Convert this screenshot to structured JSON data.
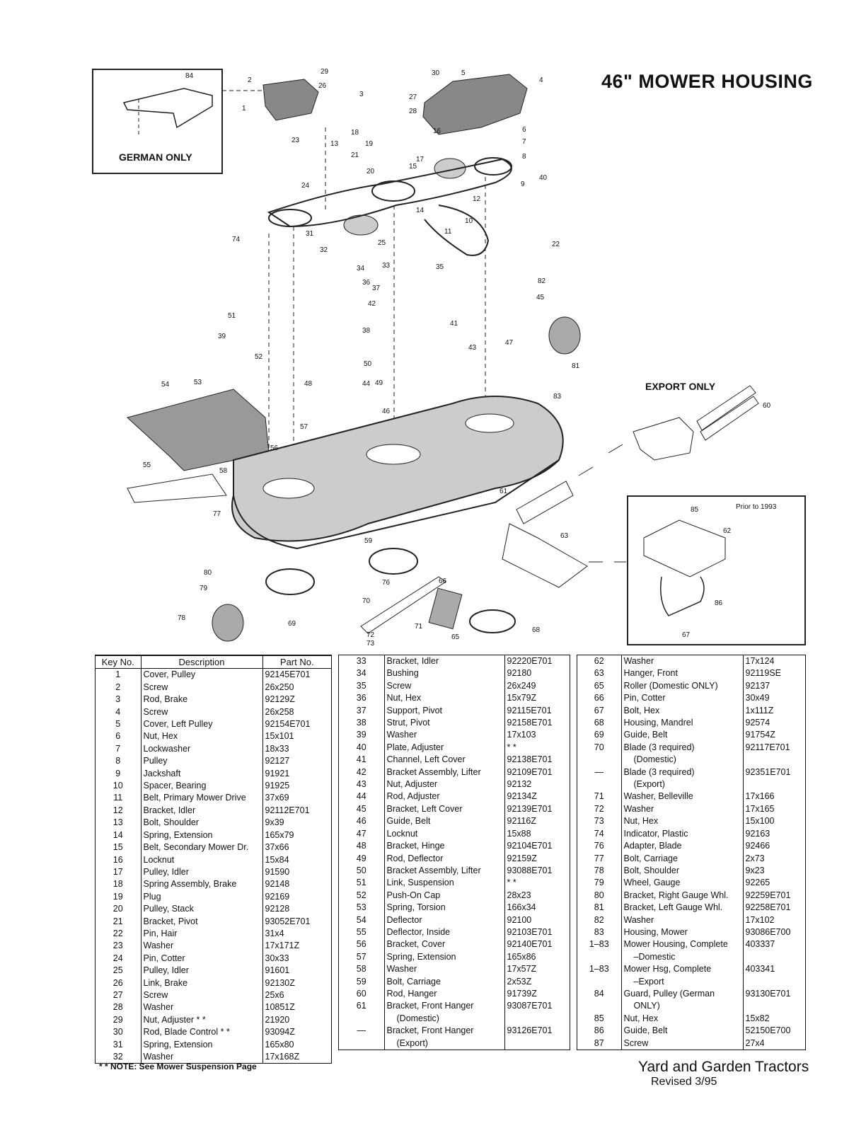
{
  "title": "46\" MOWER HOUSING",
  "insets": {
    "german": "GERMAN ONLY",
    "export": "EXPORT ONLY",
    "prior": "Prior to 1993"
  },
  "callouts": [
    "1",
    "2",
    "3",
    "4",
    "5",
    "6",
    "7",
    "8",
    "9",
    "10",
    "11",
    "12",
    "13",
    "14",
    "15",
    "16",
    "17",
    "18",
    "19",
    "20",
    "21",
    "22",
    "23",
    "24",
    "25",
    "26",
    "27",
    "28",
    "29",
    "30",
    "31",
    "32",
    "33",
    "34",
    "35",
    "36",
    "37",
    "38",
    "39",
    "40",
    "41",
    "42",
    "43",
    "44",
    "45",
    "46",
    "47",
    "48",
    "49",
    "50",
    "51",
    "52",
    "53",
    "54",
    "55",
    "56",
    "57",
    "58",
    "59",
    "60",
    "61",
    "62",
    "63",
    "65",
    "66",
    "67",
    "68",
    "69",
    "70",
    "71",
    "72",
    "73",
    "74",
    "76",
    "77",
    "78",
    "79",
    "80",
    "81",
    "82",
    "83",
    "84",
    "85",
    "86"
  ],
  "table_headers": {
    "key": "Key No.",
    "desc": "Description",
    "part": "Part No."
  },
  "parts_col1": [
    [
      "1",
      "Cover, Pulley",
      "92145E701"
    ],
    [
      "2",
      "Screw",
      "26x250"
    ],
    [
      "3",
      "Rod, Brake",
      "92129Z"
    ],
    [
      "4",
      "Screw",
      "26x258"
    ],
    [
      "5",
      "Cover, Left Pulley",
      "92154E701"
    ],
    [
      "6",
      "Nut, Hex",
      "15x101"
    ],
    [
      "7",
      "Lockwasher",
      "18x33"
    ],
    [
      "8",
      "Pulley",
      "92127"
    ],
    [
      "9",
      "Jackshaft",
      "91921"
    ],
    [
      "10",
      "Spacer, Bearing",
      "91925"
    ],
    [
      "11",
      "Belt, Primary Mower Drive",
      "37x69"
    ],
    [
      "12",
      "Bracket, Idler",
      "92112E701"
    ],
    [
      "13",
      "Bolt, Shoulder",
      "9x39"
    ],
    [
      "14",
      "Spring, Extension",
      "165x79"
    ],
    [
      "15",
      "Belt, Secondary Mower Dr.",
      "37x66"
    ],
    [
      "16",
      "Locknut",
      "15x84"
    ],
    [
      "17",
      "Pulley, Idler",
      "91590"
    ],
    [
      "18",
      "Spring Assembly, Brake",
      "92148"
    ],
    [
      "19",
      "Plug",
      "92169"
    ],
    [
      "20",
      "Pulley, Stack",
      "92128"
    ],
    [
      "21",
      "Bracket, Pivot",
      "93052E701"
    ],
    [
      "22",
      "Pin, Hair",
      "31x4"
    ],
    [
      "23",
      "Washer",
      "17x171Z"
    ],
    [
      "24",
      "Pin, Cotter",
      "30x33"
    ],
    [
      "25",
      "Pulley, Idler",
      "91601"
    ],
    [
      "26",
      "Link, Brake",
      "92130Z"
    ],
    [
      "27",
      "Screw",
      "25x6"
    ],
    [
      "28",
      "Washer",
      "10851Z"
    ],
    [
      "29",
      "Nut, Adjuster * *",
      "21920"
    ],
    [
      "30",
      "Rod, Blade Control * *",
      "93094Z"
    ],
    [
      "31",
      "Spring, Extension",
      "165x80"
    ],
    [
      "32",
      "Washer",
      "17x168Z"
    ]
  ],
  "parts_col2": [
    [
      "33",
      "Bracket, Idler",
      "92220E701"
    ],
    [
      "34",
      "Bushing",
      "92180"
    ],
    [
      "35",
      "Screw",
      "26x249"
    ],
    [
      "36",
      "Nut, Hex",
      "15x79Z"
    ],
    [
      "37",
      "Support, Pivot",
      "92115E701"
    ],
    [
      "38",
      "Strut, Pivot",
      "92158E701"
    ],
    [
      "39",
      "Washer",
      "17x103"
    ],
    [
      "40",
      "Plate, Adjuster",
      "* *"
    ],
    [
      "41",
      "Channel, Left Cover",
      "92138E701"
    ],
    [
      "42",
      "Bracket Assembly, Lifter",
      "92109E701"
    ],
    [
      "43",
      "Nut, Adjuster",
      "92132"
    ],
    [
      "44",
      "Rod, Adjuster",
      "92134Z"
    ],
    [
      "45",
      "Bracket, Left Cover",
      "92139E701"
    ],
    [
      "46",
      "Guide, Belt",
      "92116Z"
    ],
    [
      "47",
      "Locknut",
      "15x88"
    ],
    [
      "48",
      "Bracket, Hinge",
      "92104E701"
    ],
    [
      "49",
      "Rod, Deflector",
      "92159Z"
    ],
    [
      "50",
      "Bracket Assembly, Lifter",
      "93088E701"
    ],
    [
      "51",
      "Link, Suspension",
      "* *"
    ],
    [
      "52",
      "Push-On Cap",
      "28x23"
    ],
    [
      "53",
      "Spring, Torsion",
      "166x34"
    ],
    [
      "54",
      "Deflector",
      "92100"
    ],
    [
      "55",
      "Deflector, Inside",
      "92103E701"
    ],
    [
      "56",
      "Bracket, Cover",
      "92140E701"
    ],
    [
      "57",
      "Spring, Extension",
      "165x86"
    ],
    [
      "58",
      "Washer",
      "17x57Z"
    ],
    [
      "59",
      "Bolt, Carriage",
      "2x53Z"
    ],
    [
      "60",
      "Rod, Hanger",
      "91739Z"
    ],
    [
      "61",
      "Bracket, Front Hanger",
      "93087E701",
      "(Domestic)"
    ],
    [
      "—",
      "Bracket, Front Hanger",
      "93126E701",
      "(Export)"
    ]
  ],
  "parts_col3": [
    [
      "62",
      "Washer",
      "17x124"
    ],
    [
      "63",
      "Hanger, Front",
      "92119SE"
    ],
    [
      "65",
      "Roller (Domestic ONLY)",
      "92137"
    ],
    [
      "66",
      "Pin, Cotter",
      "30x49"
    ],
    [
      "67",
      "Bolt, Hex",
      "1x111Z"
    ],
    [
      "68",
      "Housing, Mandrel",
      "92574"
    ],
    [
      "69",
      "Guide, Belt",
      "91754Z"
    ],
    [
      "70",
      "Blade (3 required)",
      "92117E701",
      "(Domestic)"
    ],
    [
      "—",
      "Blade (3 required)",
      "92351E701",
      "(Export)"
    ],
    [
      "71",
      "Washer, Belleville",
      "17x166"
    ],
    [
      "72",
      "Washer",
      "17x165"
    ],
    [
      "73",
      "Nut, Hex",
      "15x100"
    ],
    [
      "74",
      "Indicator, Plastic",
      "92163"
    ],
    [
      "76",
      "Adapter, Blade",
      "92466"
    ],
    [
      "77",
      "Bolt, Carriage",
      "2x73"
    ],
    [
      "78",
      "Bolt, Shoulder",
      "9x23"
    ],
    [
      "79",
      "Wheel, Gauge",
      "92265"
    ],
    [
      "80",
      "Bracket, Right Gauge Whl.",
      "92259E701"
    ],
    [
      "81",
      "Bracket, Left Gauge Whl.",
      "92258E701"
    ],
    [
      "82",
      "Washer",
      "17x102"
    ],
    [
      "83",
      "Housing, Mower",
      "93086E700"
    ],
    [
      "1–83",
      "Mower Housing, Complete",
      "403337",
      "–Domestic"
    ],
    [
      "1–83",
      "Mower Hsg, Complete",
      "403341",
      "–Export"
    ],
    [
      "84",
      "Guard, Pulley (German",
      "93130E701",
      "ONLY)"
    ],
    [
      "85",
      "Nut, Hex",
      "15x82"
    ],
    [
      "86",
      "Guide, Belt",
      "52150E700"
    ],
    [
      "87",
      "Screw",
      "27x4"
    ]
  ],
  "note": "* * NOTE: See Mower Suspension Page",
  "footer": {
    "line1": "Yard and Garden Tractors",
    "line2": "Revised 3/95"
  }
}
